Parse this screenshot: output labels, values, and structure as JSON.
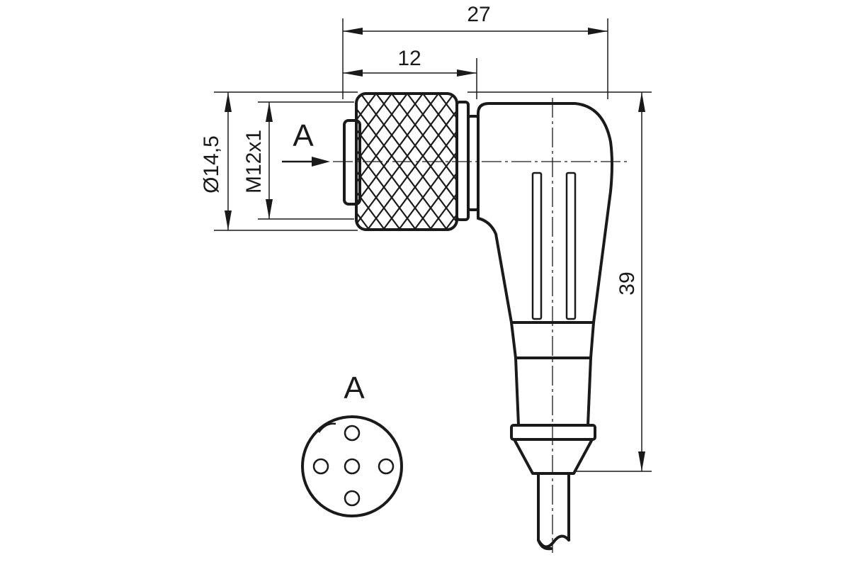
{
  "drawing": {
    "dimensions": {
      "overall_length": "27",
      "nut_length": "12",
      "outer_diameter": "Ø14,5",
      "thread": "M12x1",
      "height": "39"
    },
    "view_marker": "A",
    "view_title": "A"
  },
  "colors": {
    "line": "#1a1a1a",
    "background": "#ffffff"
  }
}
